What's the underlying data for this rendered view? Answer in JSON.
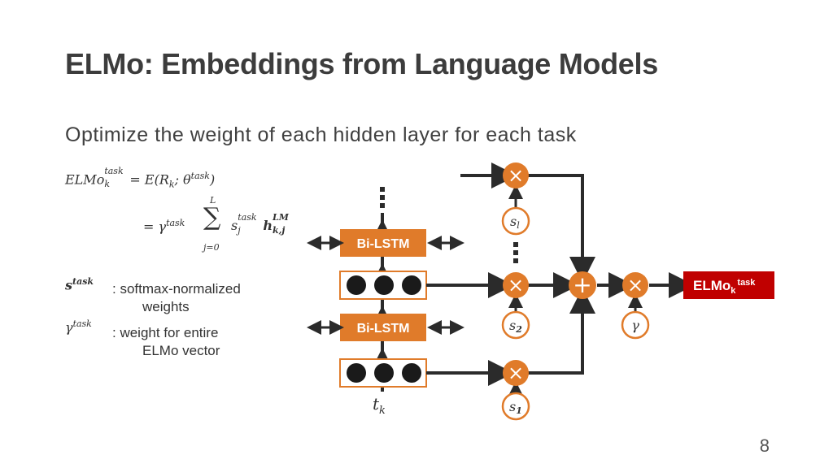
{
  "title": "ELMo: Embeddings from Language Models",
  "subtitle": "Optimize the weight of each hidden layer for each task",
  "equation": {
    "line1_lhs": "ELMo",
    "line1_lhs_sup": "task",
    "line1_lhs_sub": "k",
    "line1_rhs": "= E(R",
    "line1_rhs_sub": "k",
    "line1_rhs_rest": "; θ",
    "line1_rhs_sup": "task",
    "line1_rhs_close": ")",
    "line2_eq": "= γ",
    "line2_gamma_sup": "task",
    "sum_upper": "L",
    "sum_lower": "j=0",
    "s_term": "s",
    "s_sup": "task",
    "s_sub": "j",
    "h_term": "h",
    "h_sup": "LM",
    "h_sub": "k,j"
  },
  "legend": {
    "s_symbol": "s",
    "s_sup": "task",
    "s_desc_line1": ": softmax-normalized",
    "s_desc_line2": "weights",
    "gamma_symbol": "γ",
    "gamma_sup": "task",
    "gamma_desc_line1": ": weight for entire",
    "gamma_desc_line2": "ELMo vector"
  },
  "diagram": {
    "lstm_upper_label": "Bi-LSTM",
    "lstm_lower_label": "Bi-LSTM",
    "input_label": "t",
    "input_sub": "k",
    "weights": [
      {
        "symbol": "s",
        "sub": "l"
      },
      {
        "symbol": "s",
        "sub": "2"
      },
      {
        "symbol": "s",
        "sub": "1"
      }
    ],
    "gamma_label": "γ",
    "multiply_symbol": "×",
    "plus_symbol": "+",
    "output_label": "ELMo",
    "output_sub": "k",
    "output_sup": "task",
    "colors": {
      "orange": "#e07b2a",
      "red": "#c00000",
      "dark": "#2b2b2b"
    }
  },
  "page_number": "8"
}
